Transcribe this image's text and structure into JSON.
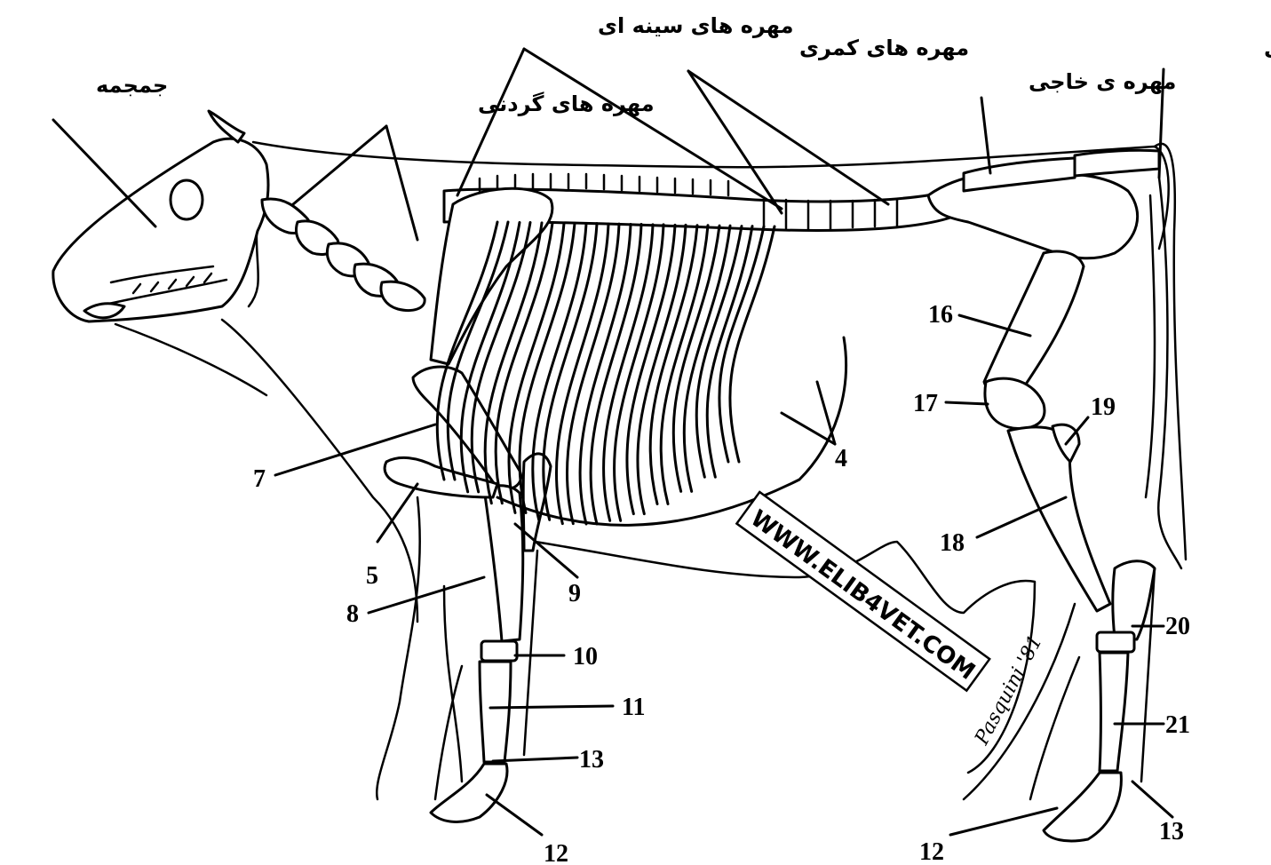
{
  "labels": {
    "skull": "جمجمه",
    "cervical": "مهره های گردنی",
    "thoracic": "مهره های سینه ای",
    "lumbar": "مهره های کمری",
    "sacral": "مهره ی خاجی",
    "caudal": "مهره های دمی"
  },
  "numbers": {
    "n4": "4",
    "n5": "5",
    "n7": "7",
    "n8": "8",
    "n9": "9",
    "n10": "10",
    "n11": "11",
    "n12a": "12",
    "n12b": "12",
    "n13a": "13",
    "n13b": "13",
    "n16": "16",
    "n17": "17",
    "n18": "18",
    "n19": "19",
    "n20": "20",
    "n21": "21"
  },
  "watermark": "WWW.ELIB4VET.COM",
  "signature": "Pasquini '81"
}
